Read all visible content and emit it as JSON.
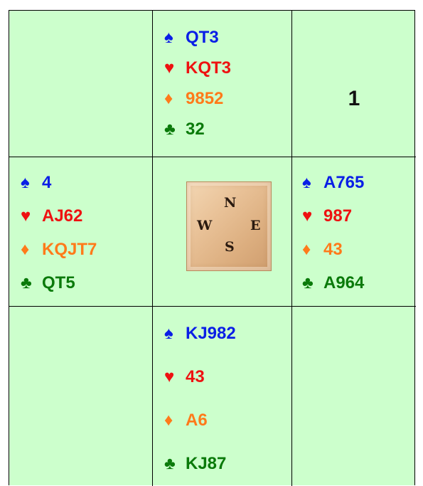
{
  "board_number": "1",
  "compass": {
    "n": "N",
    "s": "S",
    "w": "W",
    "e": "E"
  },
  "suit_symbols": {
    "spade": "♠",
    "heart": "♥",
    "diamond": "♦",
    "club": "♣"
  },
  "colors": {
    "background": "#ccffcc",
    "spade": "#0a1ee6",
    "heart": "#ee1111",
    "diamond": "#ff7a1a",
    "club": "#0a7a0a"
  },
  "hands": {
    "north": {
      "spades": "QT3",
      "hearts": "KQT3",
      "diamonds": "9852",
      "clubs": "32"
    },
    "west": {
      "spades": "4",
      "hearts": "AJ62",
      "diamonds": "KQJT7",
      "clubs": "QT5"
    },
    "east": {
      "spades": "A765",
      "hearts": "987",
      "diamonds": "43",
      "clubs": "A964"
    },
    "south": {
      "spades": "KJ982",
      "hearts": "43",
      "diamonds": "A6",
      "clubs": "KJ87"
    }
  }
}
